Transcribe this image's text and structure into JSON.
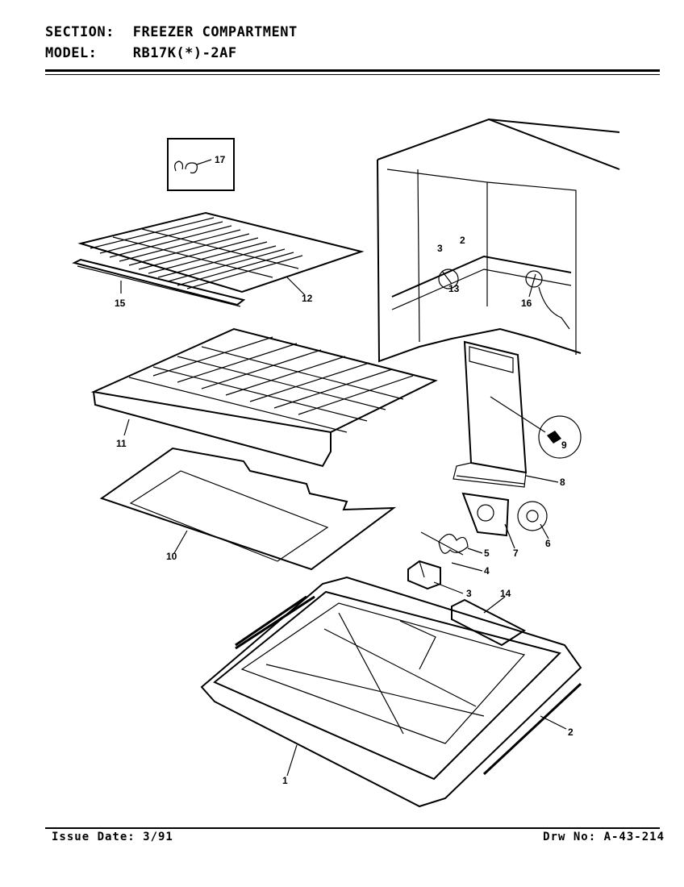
{
  "header": {
    "section_key": "SECTION:",
    "section_value": "FREEZER COMPARTMENT",
    "model_key": "MODEL:",
    "model_value": "RB17K(*)-2AF"
  },
  "footer": {
    "issue": "Issue Date: 3/91",
    "drawing": "Drw No: A-43-214"
  },
  "callouts": {
    "c1": "1",
    "c2": "2",
    "c3": "3",
    "c4": "4",
    "c5": "5",
    "c6": "6",
    "c7": "7",
    "c8": "8",
    "c9": "9",
    "c10": "10",
    "c11": "11",
    "c12": "12",
    "c13": "13",
    "c14": "14",
    "c15": "15",
    "c16": "16",
    "c17": "17",
    "c2b": "2",
    "c3b": "3"
  }
}
